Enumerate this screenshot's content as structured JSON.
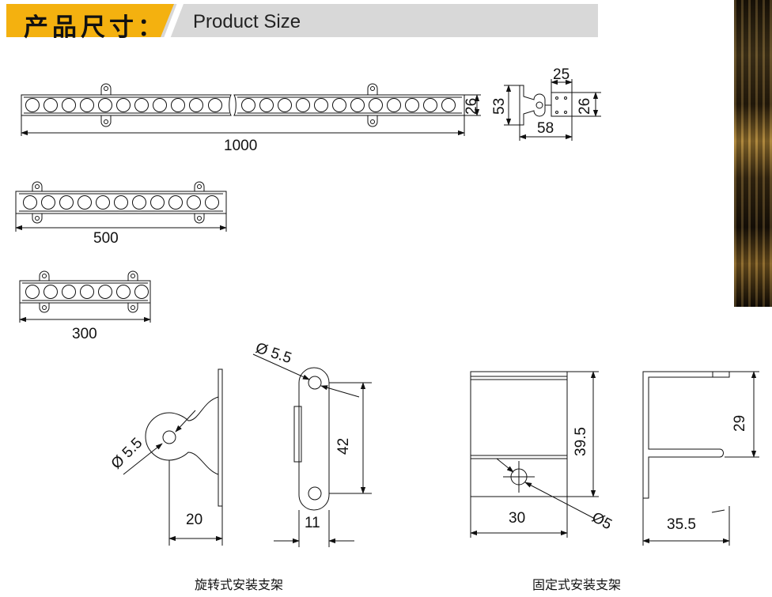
{
  "header": {
    "title_cn": "产品尺寸：",
    "title_en": "Product Size"
  },
  "dimensions": {
    "len_1000": "1000",
    "len_500": "500",
    "len_300": "300",
    "height_26": "26",
    "side_53": "53",
    "side_25": "25",
    "side_26": "26",
    "side_58": "58",
    "hole_d1": "Ø 5.5",
    "hole_d2": "Ø 5.5",
    "rot_20": "20",
    "rot_42": "42",
    "rot_11": "11",
    "fix_395": "39.5",
    "fix_30": "30",
    "fix_d5": "Ø5",
    "fix_29": "29",
    "fix_355": "35.5"
  },
  "captions": {
    "rotating": "旋转式安装支架",
    "fixed": "固定式安装支架"
  }
}
